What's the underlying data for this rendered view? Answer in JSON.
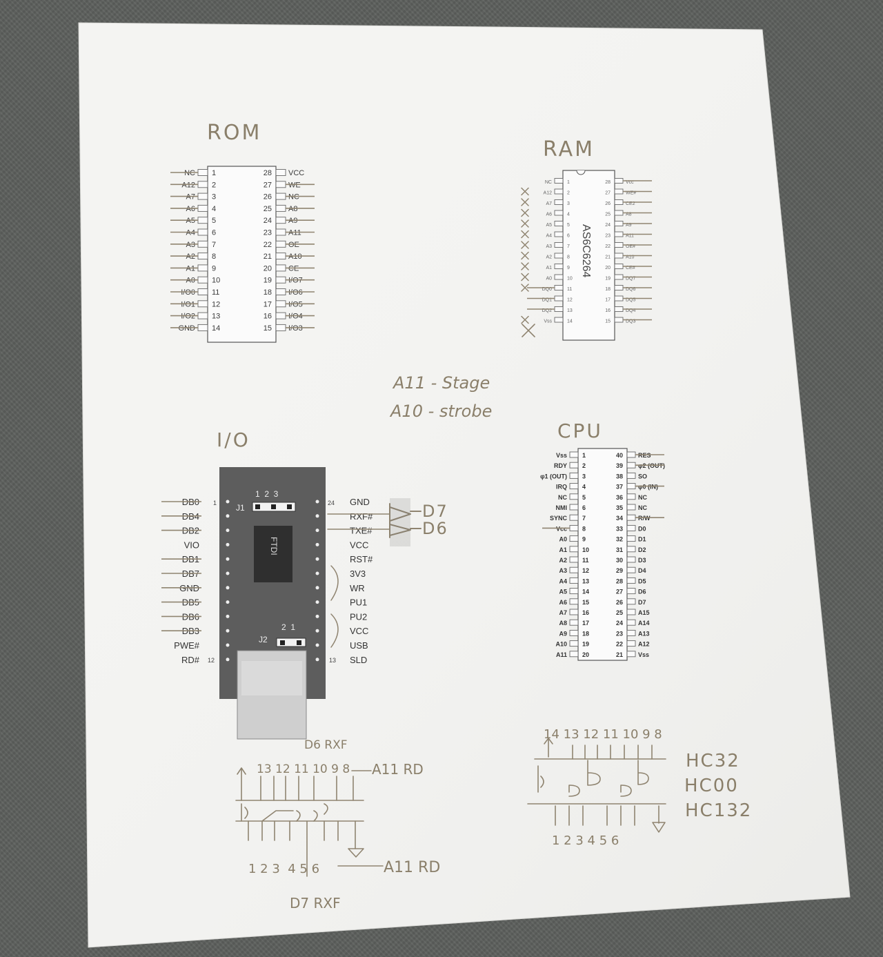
{
  "rom": {
    "title": "ROM",
    "left_pins": [
      {
        "num": "1",
        "label": "NC"
      },
      {
        "num": "2",
        "label": "A12"
      },
      {
        "num": "3",
        "label": "A7"
      },
      {
        "num": "4",
        "label": "A6"
      },
      {
        "num": "5",
        "label": "A5"
      },
      {
        "num": "6",
        "label": "A4"
      },
      {
        "num": "7",
        "label": "A3"
      },
      {
        "num": "8",
        "label": "A2"
      },
      {
        "num": "9",
        "label": "A1"
      },
      {
        "num": "10",
        "label": "A0"
      },
      {
        "num": "11",
        "label": "I/O0"
      },
      {
        "num": "12",
        "label": "I/O1"
      },
      {
        "num": "13",
        "label": "I/O2"
      },
      {
        "num": "14",
        "label": "GND"
      }
    ],
    "right_pins": [
      {
        "num": "28",
        "label": "VCC"
      },
      {
        "num": "27",
        "label": "WE"
      },
      {
        "num": "26",
        "label": "NC"
      },
      {
        "num": "25",
        "label": "A8"
      },
      {
        "num": "24",
        "label": "A9"
      },
      {
        "num": "23",
        "label": "A11"
      },
      {
        "num": "22",
        "label": "OE"
      },
      {
        "num": "21",
        "label": "A10"
      },
      {
        "num": "20",
        "label": "CE"
      },
      {
        "num": "19",
        "label": "I/O7"
      },
      {
        "num": "18",
        "label": "I/O6"
      },
      {
        "num": "17",
        "label": "I/O5"
      },
      {
        "num": "16",
        "label": "I/O4"
      },
      {
        "num": "15",
        "label": "I/O3"
      }
    ]
  },
  "ram": {
    "title": "RAM",
    "chip_label": "AS6C6264",
    "left_pins": [
      {
        "num": "1",
        "label": "NC"
      },
      {
        "num": "2",
        "label": "A12"
      },
      {
        "num": "3",
        "label": "A7"
      },
      {
        "num": "4",
        "label": "A6"
      },
      {
        "num": "5",
        "label": "A5"
      },
      {
        "num": "6",
        "label": "A4"
      },
      {
        "num": "7",
        "label": "A3"
      },
      {
        "num": "8",
        "label": "A2"
      },
      {
        "num": "9",
        "label": "A1"
      },
      {
        "num": "10",
        "label": "A0"
      },
      {
        "num": "11",
        "label": "DQ0"
      },
      {
        "num": "12",
        "label": "DQ1"
      },
      {
        "num": "13",
        "label": "DQ2"
      },
      {
        "num": "14",
        "label": "Vss"
      }
    ],
    "right_pins": [
      {
        "num": "28",
        "label": "Vcc"
      },
      {
        "num": "27",
        "label": "WE#"
      },
      {
        "num": "26",
        "label": "CE2"
      },
      {
        "num": "25",
        "label": "A8"
      },
      {
        "num": "24",
        "label": "A9"
      },
      {
        "num": "23",
        "label": "A11"
      },
      {
        "num": "22",
        "label": "OE#"
      },
      {
        "num": "21",
        "label": "A10"
      },
      {
        "num": "20",
        "label": "CE#"
      },
      {
        "num": "19",
        "label": "DQ7"
      },
      {
        "num": "18",
        "label": "DQ6"
      },
      {
        "num": "17",
        "label": "DQ5"
      },
      {
        "num": "16",
        "label": "DQ4"
      },
      {
        "num": "15",
        "label": "DQ3"
      }
    ]
  },
  "notes": {
    "line1": "A11 - Stage",
    "line2": "A10 - strobe"
  },
  "io": {
    "title": "I/O",
    "j1_label": "J1",
    "j1_pins": "1  2  3",
    "j2_label": "J2",
    "j2_pins": "2  1",
    "chip_logo": "FTDI",
    "pin1": "1",
    "pin12": "12",
    "pin13": "13",
    "pin24": "24",
    "left_labels": [
      "DB0",
      "DB4",
      "DB2",
      "VIO",
      "DB1",
      "DB7",
      "GND",
      "DB5",
      "DB6",
      "DB3",
      "PWE#",
      "RD#"
    ],
    "right_labels": [
      "GND",
      "RXF#",
      "TXE#",
      "VCC",
      "RST#",
      "3V3",
      "WR",
      "PU1",
      "PU2",
      "VCC",
      "USB",
      "SLD"
    ],
    "d7_note": "D7",
    "d6_note": "D6"
  },
  "cpu": {
    "title": "CPU",
    "left_pins": [
      {
        "num": "1",
        "label": "Vss"
      },
      {
        "num": "2",
        "label": "RDY"
      },
      {
        "num": "3",
        "label": "φ1 (OUT)"
      },
      {
        "num": "4",
        "label": "IRQ"
      },
      {
        "num": "5",
        "label": "NC"
      },
      {
        "num": "6",
        "label": "NMI"
      },
      {
        "num": "7",
        "label": "SYNC"
      },
      {
        "num": "8",
        "label": "Vcc"
      },
      {
        "num": "9",
        "label": "A0"
      },
      {
        "num": "10",
        "label": "A1"
      },
      {
        "num": "11",
        "label": "A2"
      },
      {
        "num": "12",
        "label": "A3"
      },
      {
        "num": "13",
        "label": "A4"
      },
      {
        "num": "14",
        "label": "A5"
      },
      {
        "num": "15",
        "label": "A6"
      },
      {
        "num": "16",
        "label": "A7"
      },
      {
        "num": "17",
        "label": "A8"
      },
      {
        "num": "18",
        "label": "A9"
      },
      {
        "num": "19",
        "label": "A10"
      },
      {
        "num": "20",
        "label": "A11"
      }
    ],
    "right_pins": [
      {
        "num": "40",
        "label": "RES"
      },
      {
        "num": "39",
        "label": "φ2 (OUT)"
      },
      {
        "num": "38",
        "label": "SO"
      },
      {
        "num": "37",
        "label": "φ0 (IN)"
      },
      {
        "num": "36",
        "label": "NC"
      },
      {
        "num": "35",
        "label": "NC"
      },
      {
        "num": "34",
        "label": "R/W"
      },
      {
        "num": "33",
        "label": "D0"
      },
      {
        "num": "32",
        "label": "D1"
      },
      {
        "num": "31",
        "label": "D2"
      },
      {
        "num": "30",
        "label": "D3"
      },
      {
        "num": "29",
        "label": "D4"
      },
      {
        "num": "28",
        "label": "D5"
      },
      {
        "num": "27",
        "label": "D6"
      },
      {
        "num": "26",
        "label": "D7"
      },
      {
        "num": "25",
        "label": "A15"
      },
      {
        "num": "24",
        "label": "A14"
      },
      {
        "num": "23",
        "label": "A13"
      },
      {
        "num": "22",
        "label": "A12"
      },
      {
        "num": "21",
        "label": "Vss"
      }
    ]
  },
  "gate_left": {
    "top_note": "D6 RXF",
    "top_pins": "13 12 11 10 9 8",
    "top_right_note": "A11 RD",
    "bottom_pins": "1 2 3  4 5 6",
    "bottom_right_note": "A11 RD",
    "bottom_note": "D7 RXF"
  },
  "gate_right": {
    "top_pins": "14 13 12 11 10 9 8",
    "bottom_pins": "1 2 3 4 5 6",
    "chips": [
      "HC32",
      "HC00",
      "HC132"
    ]
  }
}
